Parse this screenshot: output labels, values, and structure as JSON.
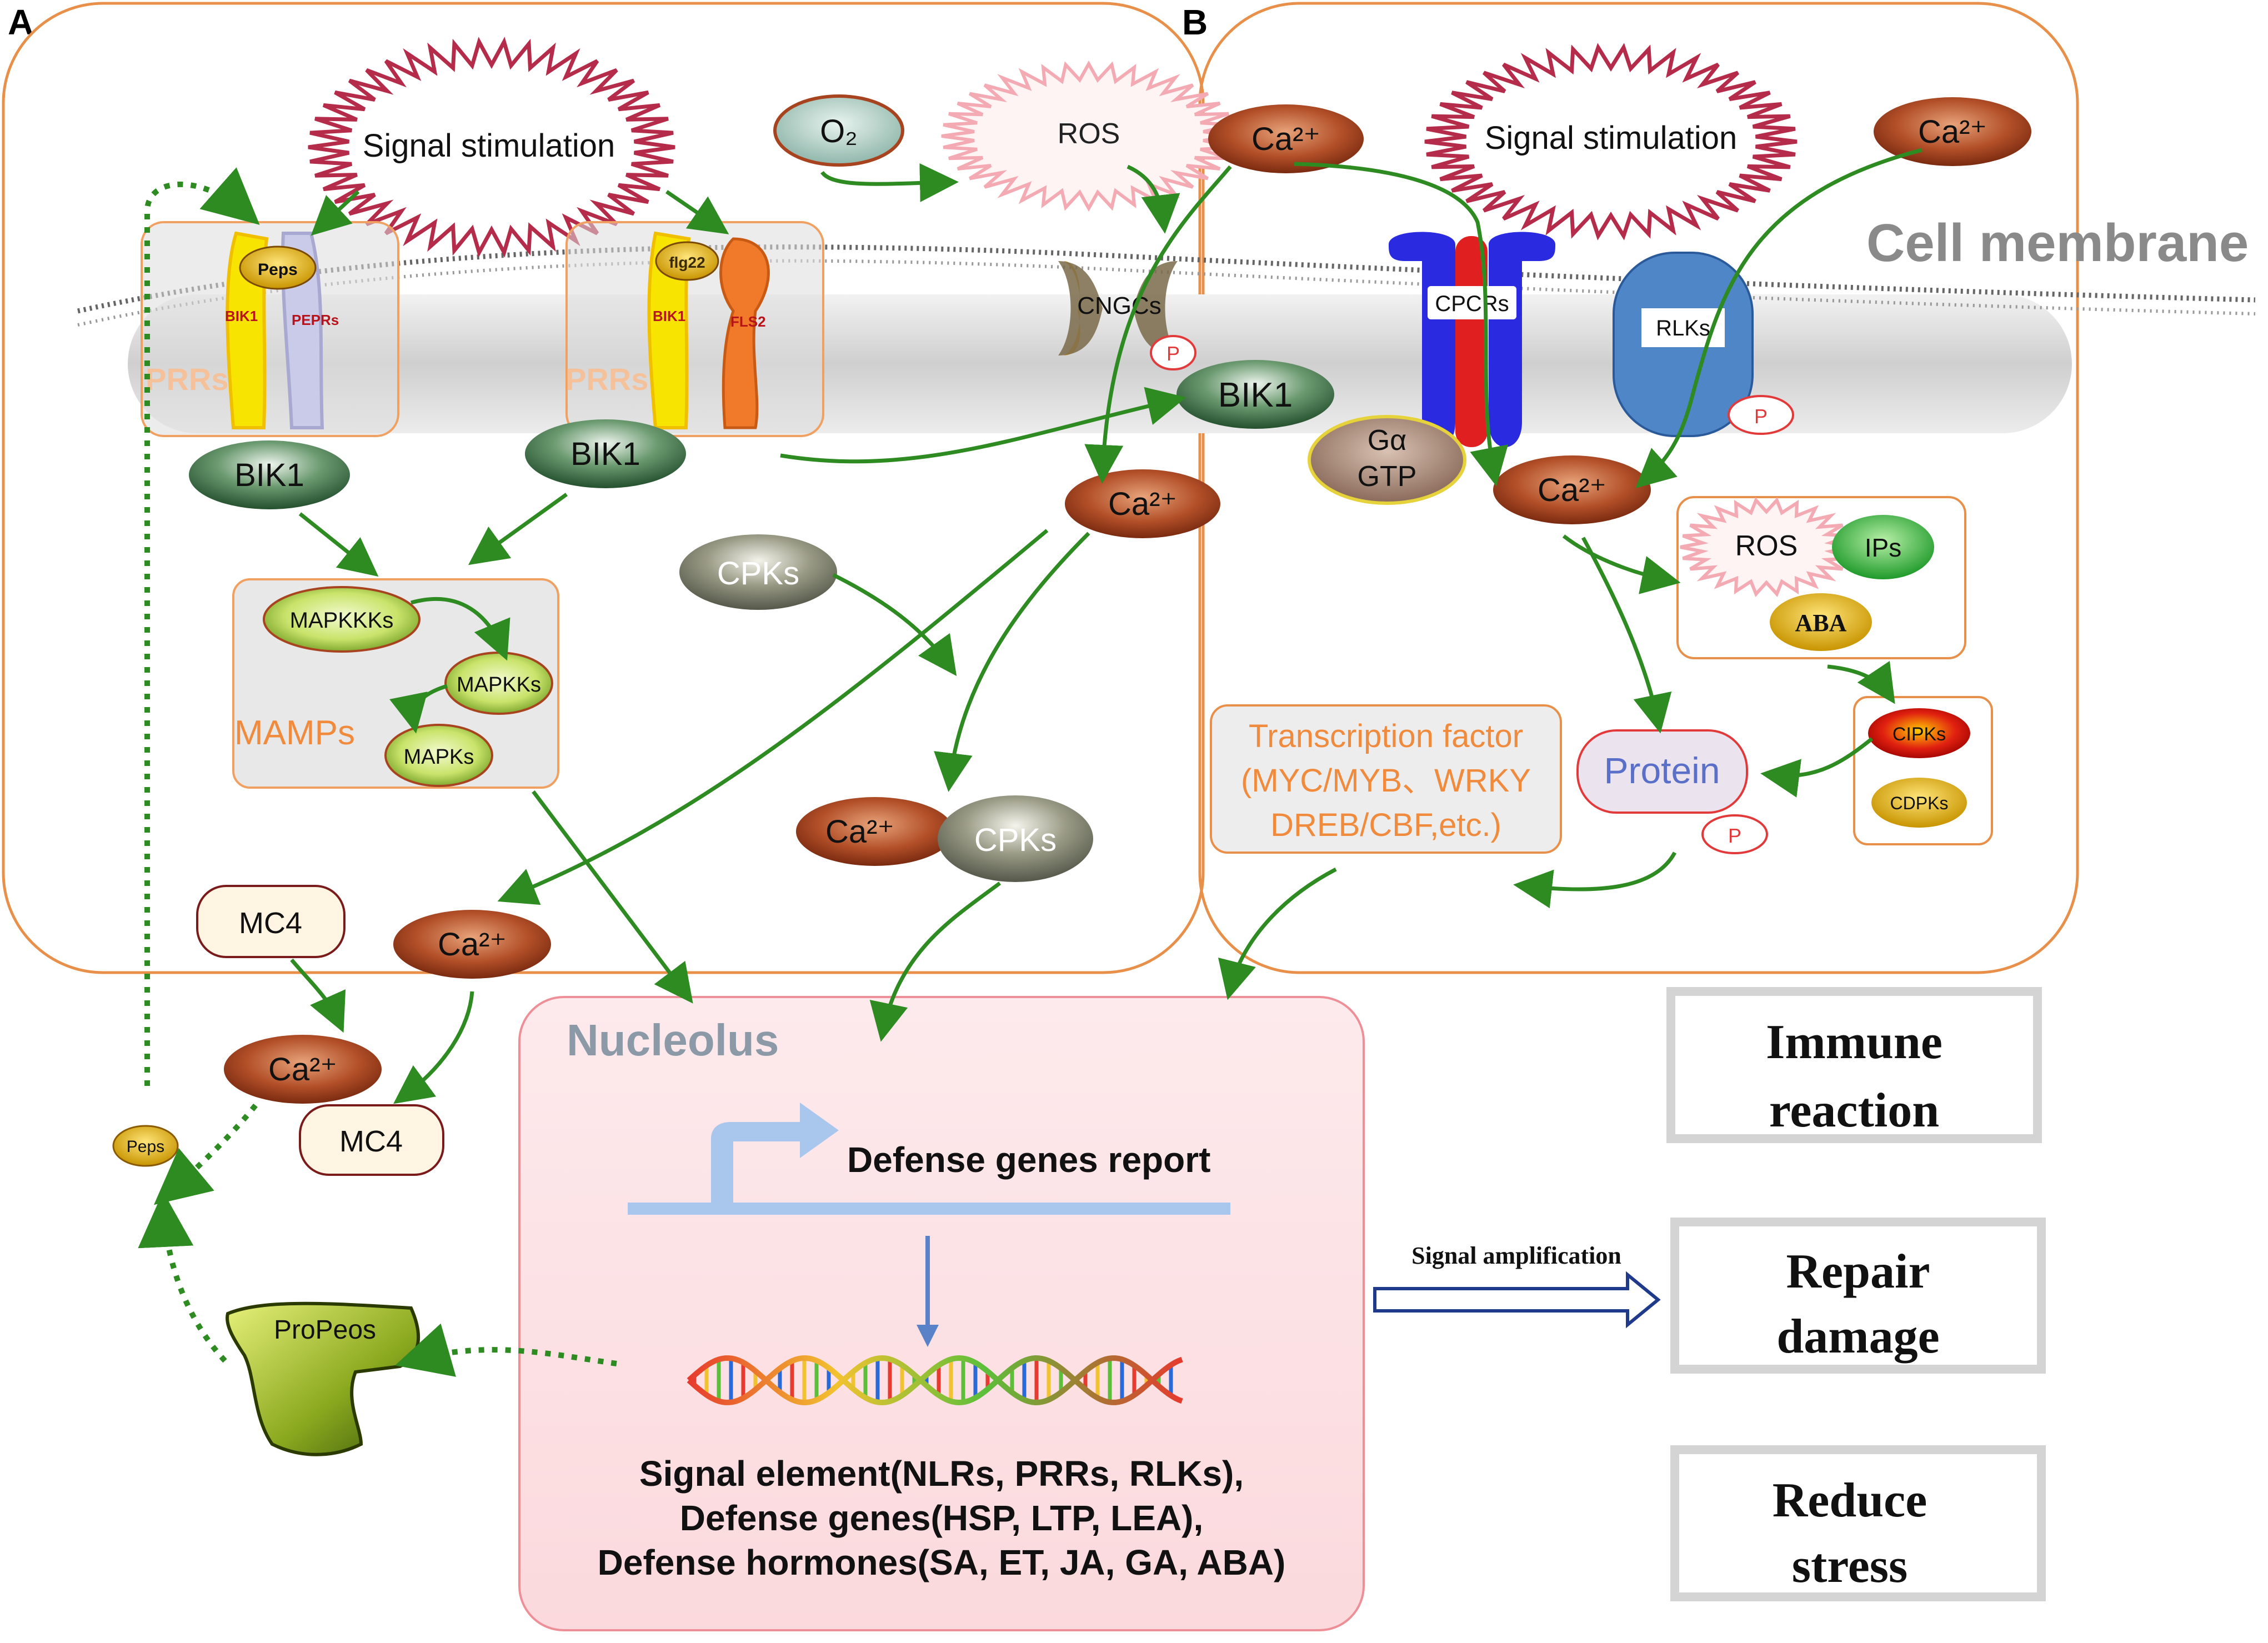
{
  "panels": {
    "a": "A",
    "b": "B"
  },
  "labels": {
    "signal_stimulation_a": "Signal stimulation",
    "signal_stimulation_b": "Signal stimulation",
    "o2": "O₂",
    "ros_top": "ROS",
    "cell_membrane": "Cell membrane",
    "peps_receptor": "Peps",
    "bik1_small_1": "BIK1",
    "pepr": "PEPRs",
    "prrs_1": "PRRs",
    "flg22": "flg22",
    "bik1_small_2": "BIK1",
    "fls2": "FLS2",
    "prrs_2": "PRRs",
    "cngcs": "CNGCs",
    "p_cngc": "P",
    "bik1_left": "BIK1",
    "bik1_mid": "BIK1",
    "bik1_right": "BIK1",
    "mapkkks": "MAPKKKs",
    "mapkks": "MAPKKs",
    "mapks": "MAPKs",
    "mamps": "MAMPs",
    "cpks_top": "CPKs",
    "ca_cyto_a": "Ca²⁺",
    "ca_top_b_left": "Ca²⁺",
    "ca_top_b_right": "Ca²⁺",
    "gpcrs": "CPCRs",
    "rlks": "RLKs",
    "p_rlk": "P",
    "galpha": "Gα",
    "gtp": "GTP",
    "ca_cyto_b": "Ca²⁺",
    "ros_b": "ROS",
    "ips": "IPs",
    "aba": "ABA",
    "cipks": "CIPKs",
    "cdpks": "CDPKs",
    "tf_line1": "Transcription factor",
    "tf_line2": "(MYC/MYB、WRKY",
    "tf_line3": "DREB/CBF,etc.)",
    "protein": "Protein",
    "p_protein": "P",
    "mc4_top": "MC4",
    "ca_mc4_free": "Ca²⁺",
    "ca_cpks": "Ca²⁺",
    "cpks_bottom": "CPKs",
    "ca_complex": "Ca²⁺",
    "mc4_complex": "MC4",
    "peps_small": "Peps",
    "propeps": "ProPeos",
    "nucleolus": "Nucleolus",
    "defense_report": "Defense genes report",
    "out_line1": "Signal element(NLRs, PRRs, RLKs),",
    "out_line2": "Defense genes(HSP, LTP, LEA),",
    "out_line3": "Defense hormones(SA, ET, JA, GA, ABA)",
    "signal_amplification": "Signal amplification"
  },
  "outcomes": [
    {
      "line1": "Immune",
      "line2": "reaction"
    },
    {
      "line1": "Repair",
      "line2": "damage"
    },
    {
      "line1": "Reduce",
      "line2": "stress"
    }
  ],
  "colors": {
    "cell_border": "#e8904a",
    "arrow_green": "#2e8b22",
    "ca_brown": "#a8431f",
    "bik1_green": "#3f6b45",
    "ros_pink": "#f4aab3",
    "nucleolus_fill": "#fde6e8",
    "orange_text": "#f08a3c"
  }
}
